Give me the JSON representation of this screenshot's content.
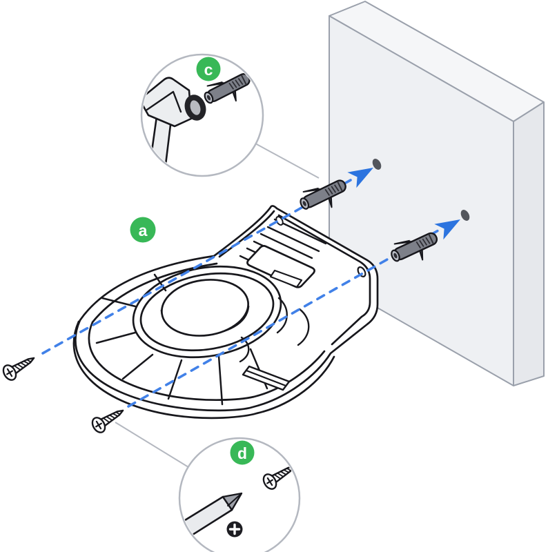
{
  "diagram": {
    "title": "wall-mount-installation-step",
    "badges": {
      "bracket": "a",
      "anchor_step": "c",
      "screw_step": "d"
    },
    "colors": {
      "badge_green": "#38b857",
      "dash_blue": "#4181e8",
      "arrow_blue": "#2c74df",
      "outline_dark": "#17171c",
      "wall_face": "#eef0f3",
      "wall_top": "#f5f6f8",
      "wall_side": "#e6e8ec",
      "wall_edge": "#9aa0ab",
      "wall_hole": "#53565c",
      "callout_stroke": "#b4b8c0",
      "plug_gray": "#7d8089"
    },
    "icons": [
      "wall-plug-icon",
      "hammer-icon",
      "screwdriver-icon",
      "screw-icon",
      "phillips-icon",
      "cursor-arrow-icon"
    ]
  }
}
